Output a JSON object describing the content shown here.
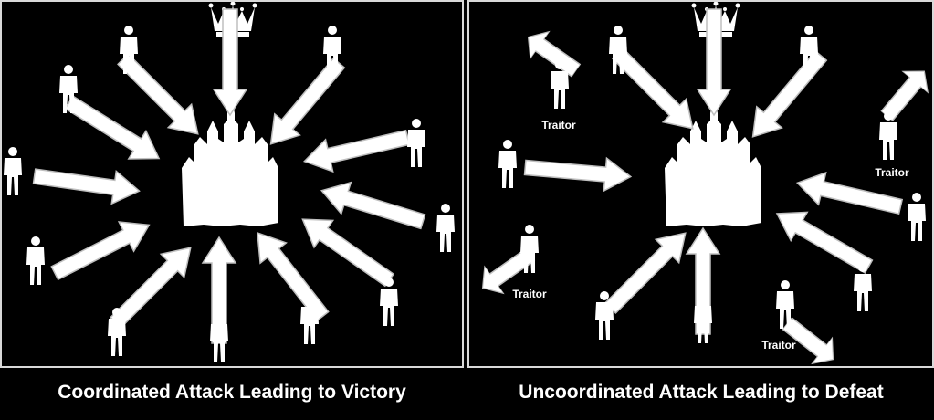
{
  "panels": {
    "left": {
      "caption": "Coordinated Attack Leading to Victory"
    },
    "right": {
      "caption": "Uncoordinated Attack Leading to Defeat",
      "traitor_label": "Traitor"
    }
  },
  "colors": {
    "background": "#000000",
    "foreground": "#ffffff",
    "arrow_stroke": "#bfbfbf",
    "border": "#d9d9d9"
  },
  "icons": {
    "leader": "crown-icon",
    "target": "castle-icon",
    "general": "soldier-icon",
    "direction": "arrow-icon"
  }
}
